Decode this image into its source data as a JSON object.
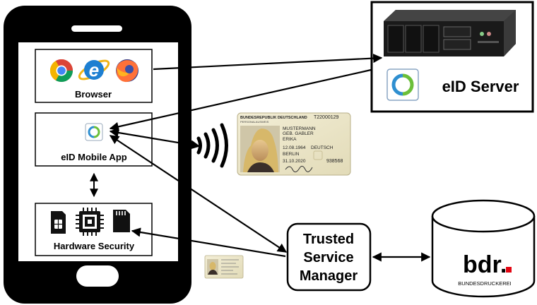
{
  "phone": {
    "browser_label": "Browser",
    "app_label": "eID Mobile App",
    "hardware_label": "Hardware Security"
  },
  "server": {
    "label": "eID Server"
  },
  "tsm": {
    "line1": "Trusted",
    "line2": "Service",
    "line3": "Manager"
  },
  "database": {
    "logo_text": "bdr.",
    "logo_subtitle": "BUNDESDRUCKEREI"
  },
  "id_card": {
    "header": "BUNDESREPUBLIK DEUTSCHLAND",
    "number": "T22000129",
    "doc_type": "PERSONALAUSWEIS",
    "surname": "MUSTERMANN",
    "birth_name": "GEB. GABLER",
    "given_name": "ERIKA",
    "birth_date": "12.08.1964",
    "nationality": "DEUTSCH",
    "birth_place": "BERLIN",
    "expiry": "31.10.2020",
    "can": "938568"
  },
  "colors": {
    "eid_logo_green": "#6bbf3a",
    "eid_logo_blue": "#2f8fd0",
    "stroke": "#000000",
    "bdr_red": "#e30613",
    "card_bg": "#ece6c8"
  }
}
